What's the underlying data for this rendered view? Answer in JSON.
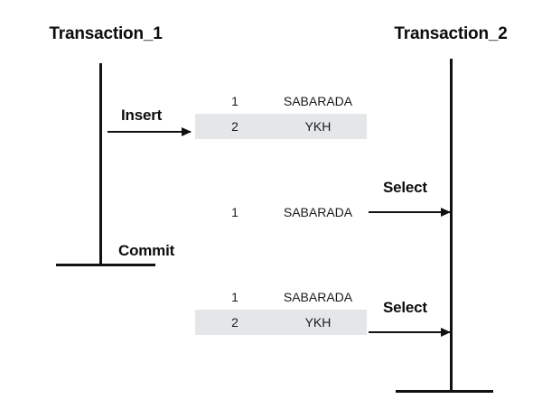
{
  "diagram": {
    "title_left": "Transaction_1",
    "title_right": "Transaction_2",
    "actions": {
      "insert": "Insert",
      "commit": "Commit",
      "select_first": "Select",
      "select_second": "Select"
    },
    "colors": {
      "line": "#111111",
      "text": "#0d0d0d",
      "row_highlight": "#e4e6e8",
      "background": "#ffffff"
    },
    "tables": [
      {
        "name": "table-after-insert",
        "rows": [
          {
            "id": "1",
            "value": "SABARADA",
            "highlighted": false
          },
          {
            "id": "2",
            "value": "YKH",
            "highlighted": true
          }
        ]
      },
      {
        "name": "table-first-select",
        "rows": [
          {
            "id": "1",
            "value": "SABARADA",
            "highlighted": false
          }
        ]
      },
      {
        "name": "table-second-select",
        "rows": [
          {
            "id": "1",
            "value": "SABARADA",
            "highlighted": false
          },
          {
            "id": "2",
            "value": "YKH",
            "highlighted": true
          }
        ]
      }
    ]
  }
}
